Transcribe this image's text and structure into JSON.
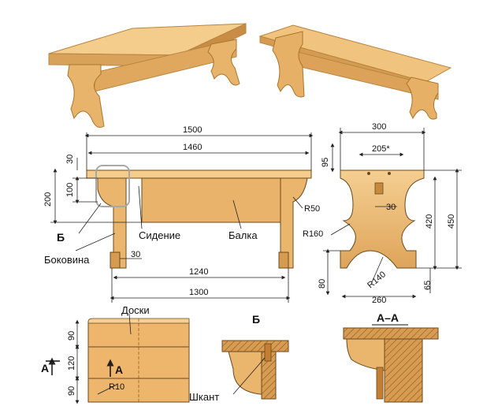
{
  "colors": {
    "wood_light": "#f2c887",
    "wood_mid": "#e2a85e",
    "wood_dark": "#c68a3e",
    "outline": "#6b4a1d",
    "dimension_line": "#222222",
    "highlight": "#b0b0b0"
  },
  "front_view": {
    "dims": {
      "total_length": "1500",
      "seat_length": "1460",
      "top_offset": "30",
      "leg_top_height": "100",
      "overall_height": "200",
      "radius_corner": "R50",
      "beam_gap": "30",
      "leg_span": "1240",
      "base_length": "1300"
    },
    "labels": {
      "seat": "Сидение",
      "beam": "Балка",
      "side": "Боковина",
      "detail_ref": "Б"
    }
  },
  "side_view": {
    "dims": {
      "width": "300",
      "slot_width": "205*",
      "top_height": "95",
      "slot_gap": "30",
      "body_height": "420",
      "total_height": "450",
      "radius_side": "R160",
      "radius_foot": "R140",
      "foot_height": "80",
      "base_width": "260",
      "foot_side": "65"
    }
  },
  "detail_boards": {
    "title": "Доски",
    "dims": [
      "90",
      "120",
      "90"
    ],
    "radius": "R10",
    "section_mark": "А"
  },
  "detail_b": {
    "title": "Б",
    "dowel_label": "Шкант"
  },
  "detail_aa": {
    "title": "А–А"
  }
}
